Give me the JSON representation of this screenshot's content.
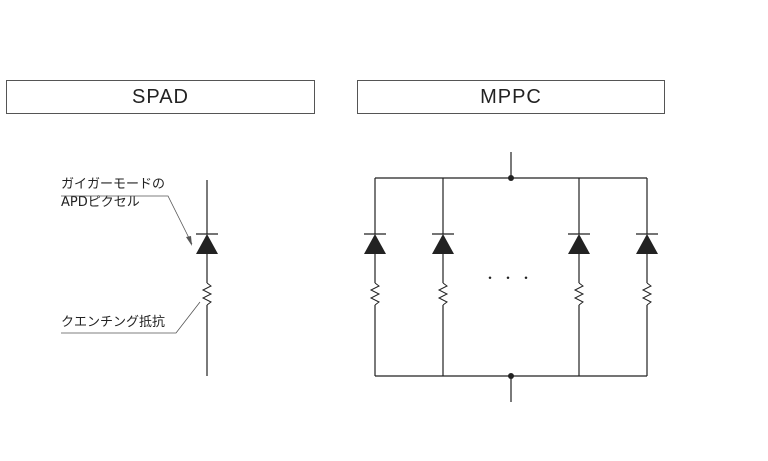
{
  "spad": {
    "title": "SPAD",
    "apd_label_line1": "ガイガーモードの",
    "apd_label_line2": "APDピクセル",
    "quench_label": "クエンチング抵抗"
  },
  "mppc": {
    "title": "MPPC",
    "ellipsis": "・・・",
    "pixel_count_shown": 4
  },
  "colors": {
    "line": "#222222",
    "border": "#555555"
  }
}
